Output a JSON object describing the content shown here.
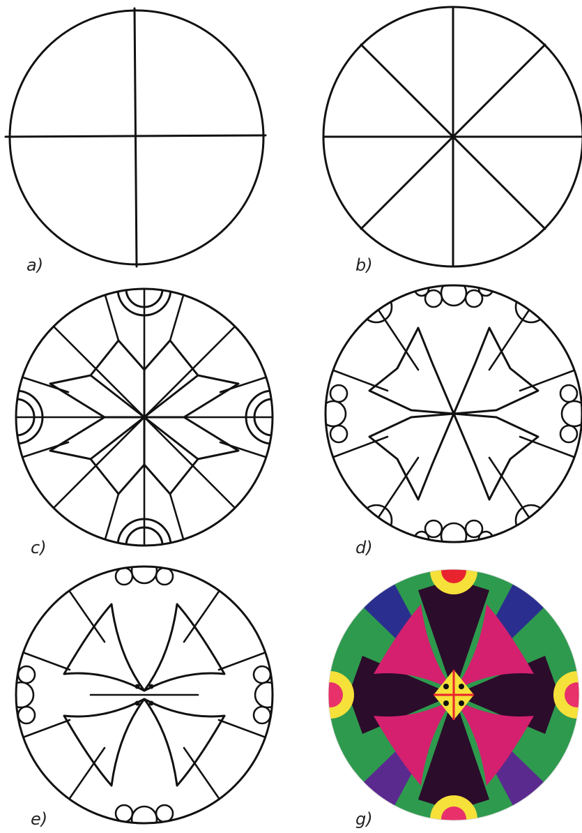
{
  "panels": [
    {
      "id": "a",
      "label": "a)"
    },
    {
      "id": "b",
      "label": "b)"
    },
    {
      "id": "c",
      "label": "c)"
    },
    {
      "id": "d",
      "label": "d)"
    },
    {
      "id": "e",
      "label": "e)"
    },
    {
      "id": "g",
      "label": "g)"
    }
  ],
  "colors": {
    "line": "#111111",
    "green": "#2e9a4e",
    "blue": "#2a2f8f",
    "violet": "#5b2a8f",
    "dark_purple": "#2b0c2a",
    "magenta": "#d4206e",
    "red": "#e8242f",
    "yellow": "#f6e03a",
    "pink": "#e8306a"
  }
}
